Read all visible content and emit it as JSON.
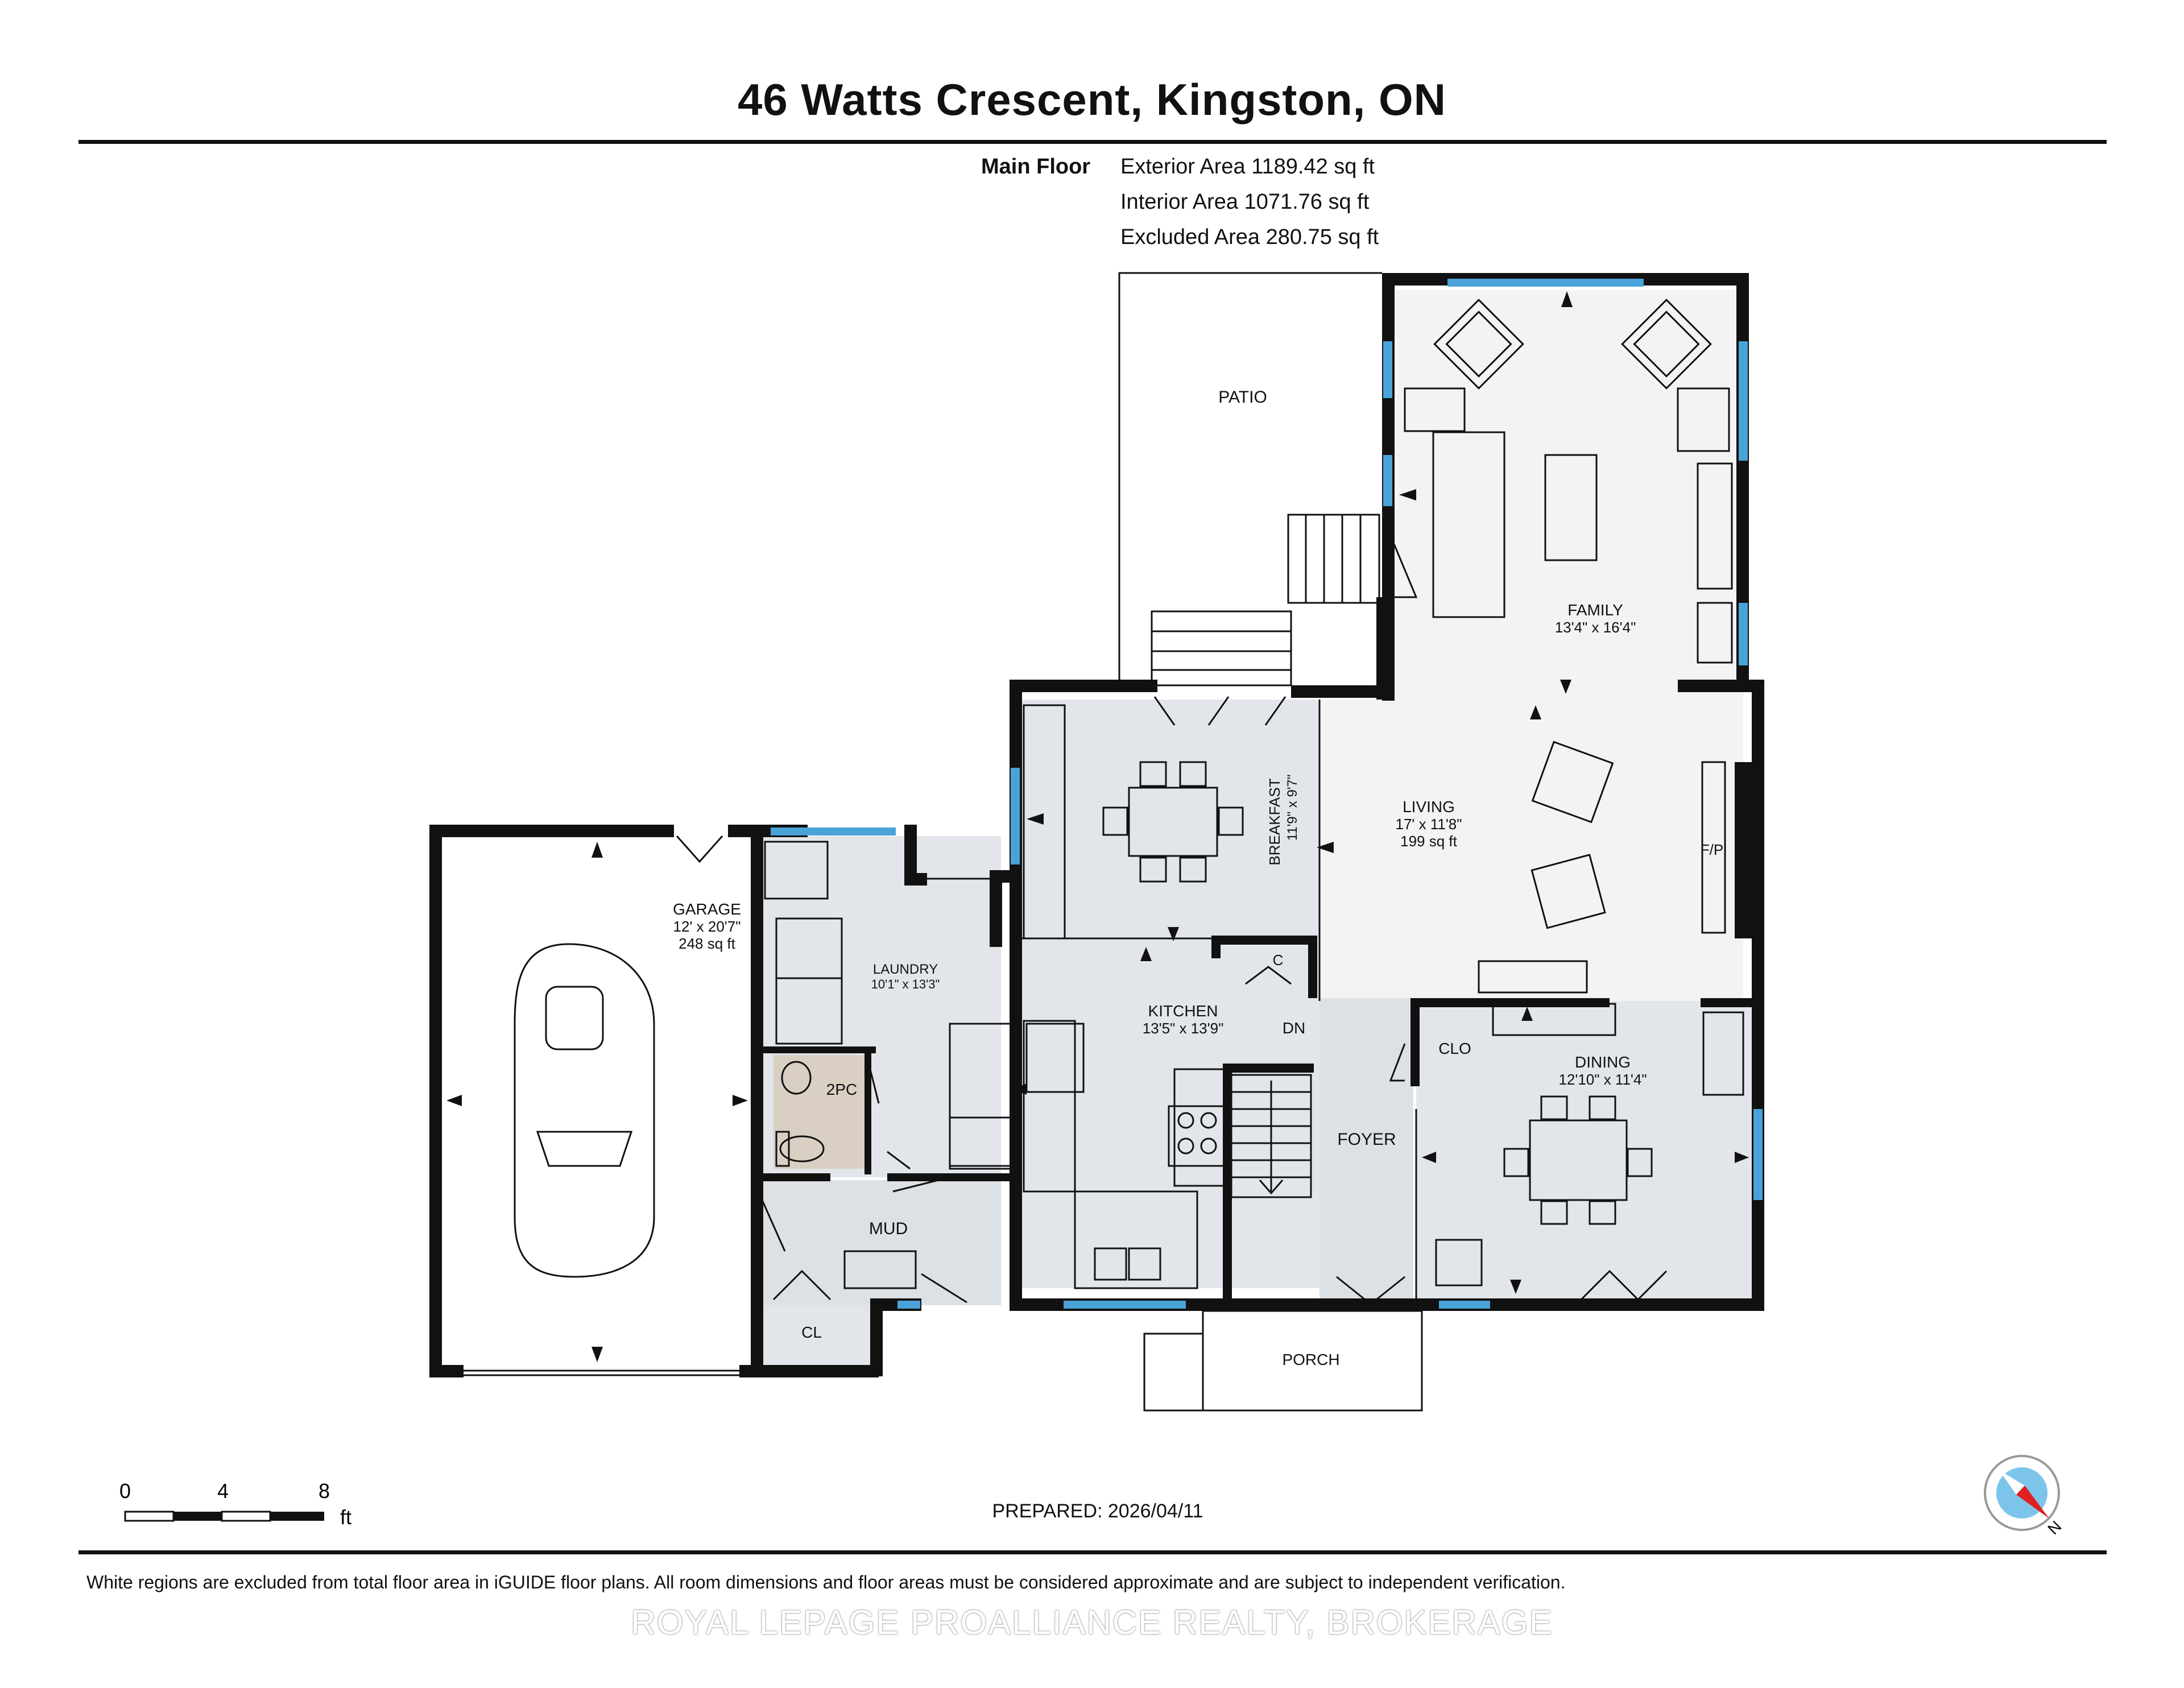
{
  "header": {
    "title": "46 Watts Crescent, Kingston, ON"
  },
  "areas": {
    "floor_label": "Main Floor",
    "exterior": "Exterior Area 1189.42 sq ft",
    "interior": "Interior Area 1071.76 sq ft",
    "excluded": "Excluded Area 280.75 sq ft"
  },
  "rooms": {
    "patio": "PATIO",
    "family_name": "FAMILY",
    "family_dims": "13'4\" x 16'4\"",
    "living_name": "LIVING",
    "living_dims": "17' x 11'8\"",
    "living_area": "199 sq ft",
    "breakfast_name": "BREAKFAST",
    "breakfast_dims": "11'9\" x 9'7\"",
    "garage_name": "GARAGE",
    "garage_dims": "12' x 20'7\"",
    "garage_area": "248 sq ft",
    "laundry_name": "LAUNDRY",
    "laundry_dims": "10'1\" x 13'3\"",
    "kitchen_name": "KITCHEN",
    "kitchen_dims": "13'5\" x 13'9\"",
    "closet_c": "C",
    "dn": "DN",
    "clo": "CLO",
    "dining_name": "DINING",
    "dining_dims": "12'10\" x 11'4\"",
    "fp": "F/P",
    "twopc": "2PC",
    "foyer": "FOYER",
    "mud": "MUD",
    "cl": "CL",
    "porch": "PORCH"
  },
  "scale": {
    "t0": "0",
    "t4": "4",
    "t8": "8",
    "unit": "ft"
  },
  "compass": {
    "n": "N"
  },
  "footer": {
    "prepared": "PREPARED: 2026/04/11",
    "disclaimer": "White regions are excluded from total floor area in iGUIDE floor plans. All room dimensions and floor areas must be considered approximate and are subject to independent verification.",
    "watermark": "ROYAL LEPAGE PROALLIANCE REALTY, BROKERAGE"
  },
  "colors": {
    "wall": "#111111",
    "window": "#4aa3d8",
    "floor": "#e2e6eb",
    "excluded": "#f3f3f3",
    "bath": "#d9cfc3"
  }
}
